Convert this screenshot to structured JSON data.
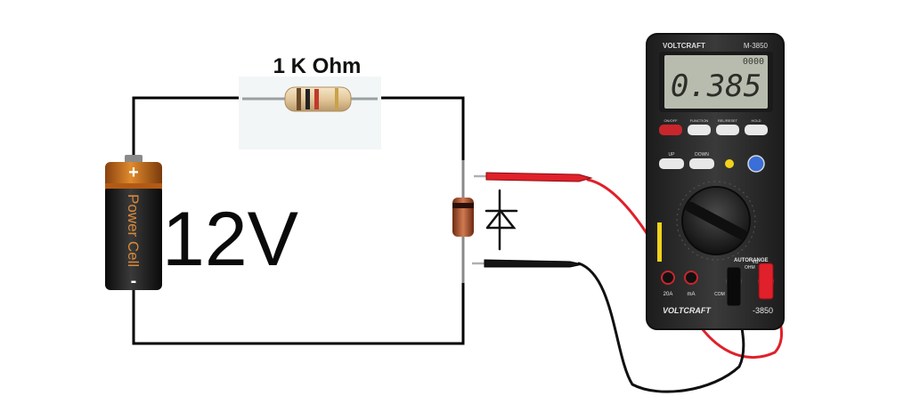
{
  "resistor": {
    "label": "1 K Ohm"
  },
  "battery": {
    "label": "Power Cell",
    "plus": "+",
    "minus": "-",
    "voltage": "12V"
  },
  "multimeter": {
    "brand": "VOLTCRAFT",
    "model_top": "M-3850",
    "model_bottom": "-3850",
    "reading": "0.385",
    "small_reading": "0000",
    "unit": "",
    "buttons": [
      "ON/OFF",
      "FUNCTION",
      "REL/RESET",
      "HOLD"
    ],
    "nav_buttons": [
      "UP",
      "DOWN"
    ],
    "autorange": "AUTORANGE",
    "ohm": "OHM",
    "jack_labels": [
      "20A",
      "mA",
      "COM",
      "VΩ"
    ]
  },
  "colors": {
    "wire": "#000000",
    "probe_red": "#e0202a",
    "probe_black": "#111111",
    "battery_top": "#c96a1a",
    "battery_body": "#1a1a1a",
    "meter_body": "#2b2b2b",
    "lcd": "#b8bcae"
  }
}
